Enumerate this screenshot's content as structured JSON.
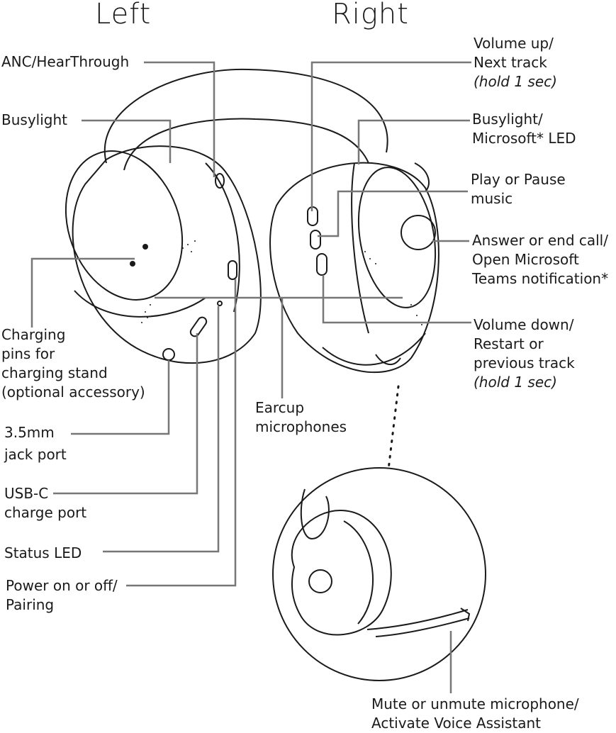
{
  "titles": {
    "left": "Left",
    "right": "Right"
  },
  "labels": {
    "anc": "ANC/HearThrough",
    "busylight": "Busylight",
    "charging_pins": [
      "Charging",
      "pins for",
      "charging stand",
      "(optional accessory)"
    ],
    "jack": [
      "3.5mm",
      "jack port"
    ],
    "usbc": [
      "USB-C",
      "charge port"
    ],
    "status_led": "Status LED",
    "power": [
      "Power on or off/",
      "Pairing"
    ],
    "volume_up": [
      "Volume up/",
      "Next track",
      "(hold 1 sec)"
    ],
    "busylight_teams": [
      "Busylight/",
      "Microsoft* LED"
    ],
    "play_pause": [
      "Play or Pause",
      "music"
    ],
    "answer_call": [
      "Answer or end call/",
      "Open Microsoft",
      "Teams notification*"
    ],
    "volume_down": [
      "Volume down/",
      "Restart or",
      "previous track",
      "(hold 1 sec)"
    ],
    "earcup_mics": [
      "Earcup",
      "microphones"
    ],
    "mute": [
      "Mute or unmute microphone/",
      "Activate Voice Assistant"
    ]
  },
  "icons": [
    "headset-illustration",
    "boom-arm-illustration"
  ],
  "colors": {
    "line": "#1a1a1a",
    "leader": "#777777",
    "accent": "#999999"
  }
}
